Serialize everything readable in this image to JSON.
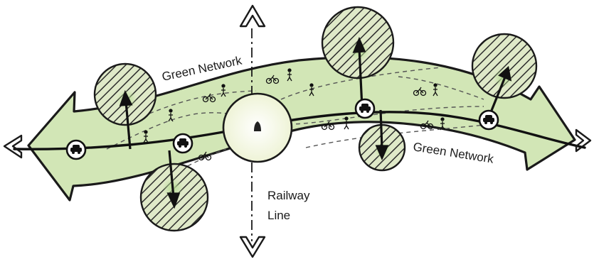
{
  "diagram": {
    "labels": {
      "green_network_top": "Green Network",
      "green_network_bottom": "Green Network",
      "railway_line_1": "Railway",
      "railway_line_2": "Line"
    },
    "colors": {
      "network_fill": "#d2e6b6",
      "network_outline": "#1a1a1a",
      "park_fill": "#dfe9c8",
      "hatch_stroke": "#2b2b2b",
      "station_fill": "#f3f6de",
      "glow": "#b8dc96",
      "road_line": "#111111",
      "path_dash": "#555555"
    },
    "icons": {
      "car": "car-icon",
      "bicycle": "bicycle-icon",
      "pedestrian": "pedestrian-icon",
      "direction": "chevron-arrow-icon",
      "station": "station-icon",
      "park": "hatched-park-icon"
    }
  }
}
